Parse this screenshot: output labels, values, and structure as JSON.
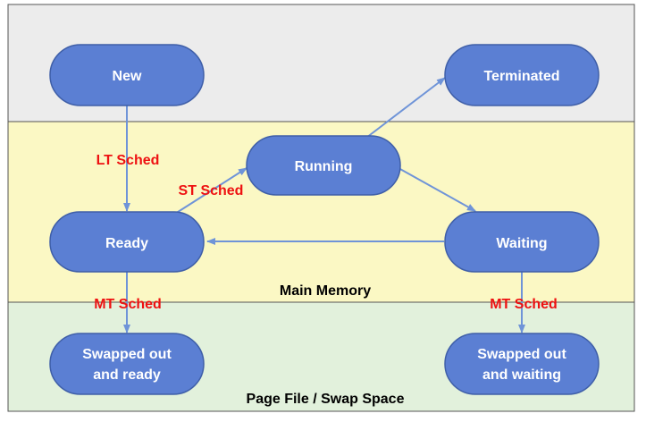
{
  "colors": {
    "top_region": "#ececec",
    "memory_region": "#fbf8c4",
    "swap_region": "#e2f1dc",
    "node_fill": "#5b7fd3",
    "node_stroke": "#3f5fa8",
    "arrow": "#6f94d8",
    "edge_label": "#ee1111"
  },
  "regions": {
    "main_memory": "Main Memory",
    "swap_space": "Page File / Swap Space"
  },
  "nodes": {
    "new": {
      "lines": [
        "New"
      ]
    },
    "terminated": {
      "lines": [
        "Terminated"
      ]
    },
    "running": {
      "lines": [
        "Running"
      ]
    },
    "ready": {
      "lines": [
        "Ready"
      ]
    },
    "waiting": {
      "lines": [
        "Waiting"
      ]
    },
    "swapped_ready": {
      "lines": [
        "Swapped out",
        "and ready"
      ]
    },
    "swapped_waiting": {
      "lines": [
        "Swapped out",
        "and waiting"
      ]
    }
  },
  "edge_labels": {
    "lt_sched": "LT Sched",
    "st_sched": "ST Sched",
    "mt_sched_left": "MT Sched",
    "mt_sched_right": "MT Sched"
  }
}
